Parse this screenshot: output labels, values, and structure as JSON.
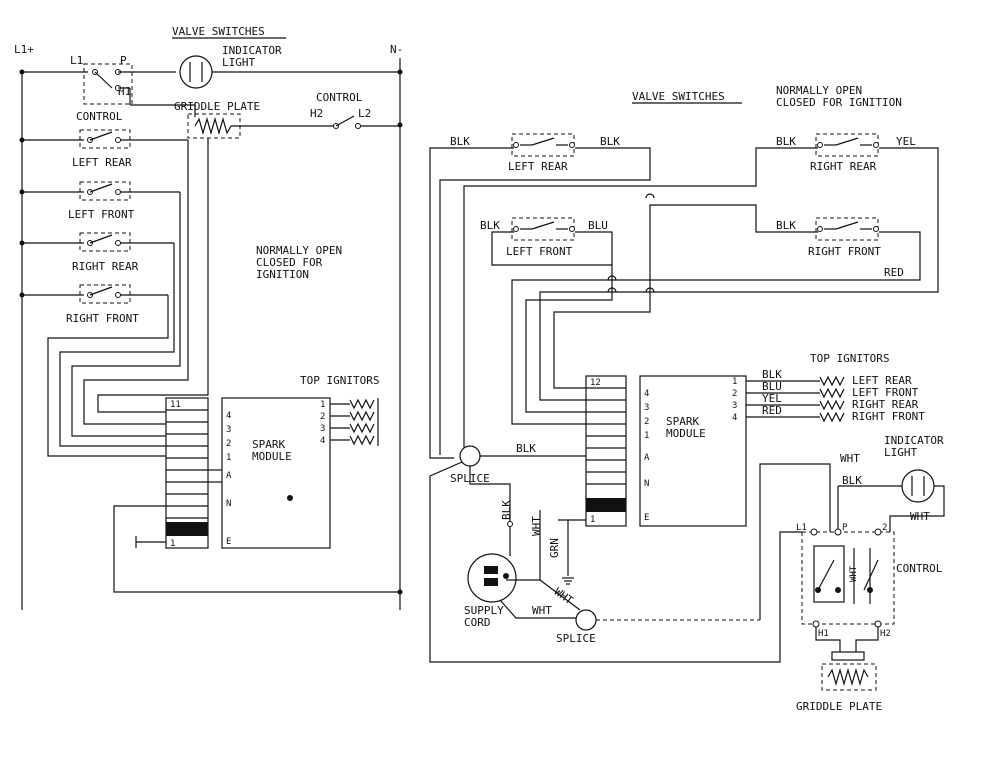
{
  "schematic": {
    "valve_switches": "VALVE SWITCHES",
    "l1_plus": "L1+",
    "n_minus": "N-",
    "l1": "L1",
    "p": "P",
    "h1": "H1",
    "indicator_light": [
      "INDICATOR",
      "LIGHT"
    ],
    "griddle_plate": "GRIDDLE PLATE",
    "control_top": "CONTROL",
    "h2": "H2",
    "l2": "L2",
    "control_left": "CONTROL",
    "left_rear": "LEFT REAR",
    "left_front": "LEFT FRONT",
    "right_rear": "RIGHT REAR",
    "right_front": "RIGHT FRONT",
    "normally_open": [
      "NORMALLY OPEN",
      "CLOSED FOR",
      "IGNITION"
    ],
    "top_ignitors": "TOP IGNITORS",
    "spark_module": [
      "SPARK",
      "MODULE"
    ],
    "pin_top": "11",
    "pin_bottom": "1",
    "module_pins": [
      "4",
      "3",
      "2",
      "1",
      "A",
      "N",
      "E"
    ],
    "ignitor_pins": [
      "1",
      "2",
      "3",
      "4"
    ]
  },
  "wiring": {
    "valve_switches": "VALVE SWITCHES",
    "normally_open": [
      "NORMALLY OPEN",
      "CLOSED FOR IGNITION"
    ],
    "left_rear": "LEFT REAR",
    "left_front": "LEFT FRONT",
    "right_rear": "RIGHT REAR",
    "right_front": "RIGHT FRONT",
    "blk": "BLK",
    "blu": "BLU",
    "yel": "YEL",
    "red": "RED",
    "red_wire": "RED",
    "wht": "WHT",
    "grn": "GRN",
    "splice": "SPLICE",
    "supply_cord": [
      "SUPPLY",
      "CORD"
    ],
    "top_ignitors": "TOP IGNITORS",
    "ignitor_labels": [
      "LEFT REAR",
      "LEFT FRONT",
      "RIGHT REAR",
      "RIGHT FRONT"
    ],
    "ignitor_wires": [
      "BLK",
      "BLU",
      "YEL",
      "RED"
    ],
    "ignitor_pins": [
      "1",
      "2",
      "3",
      "4"
    ],
    "spark_module": [
      "SPARK",
      "MODULE"
    ],
    "module_pins": [
      "4",
      "3",
      "2",
      "1",
      "A",
      "N",
      "E"
    ],
    "pin_top": "12",
    "pin_bottom": "1",
    "indicator_light": [
      "INDICATOR",
      "LIGHT"
    ],
    "control": "CONTROL",
    "ctrl_l1": "L1",
    "ctrl_p": "P",
    "ctrl_2": "2",
    "h1": "H1",
    "h2": "H2",
    "griddle_plate": "GRIDDLE PLATE"
  }
}
